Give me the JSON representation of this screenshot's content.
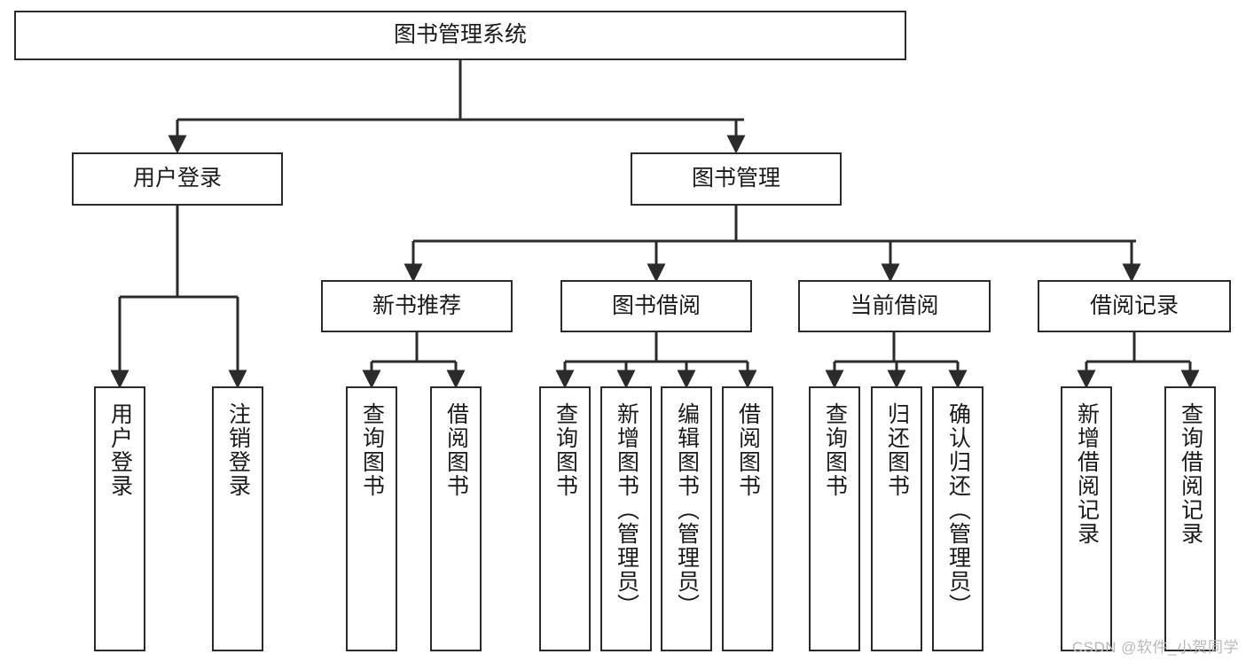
{
  "diagram": {
    "type": "tree",
    "title": "图书管理系统",
    "watermark": "CSDN @软件_小贺同学",
    "colors": {
      "background": "#ffffff",
      "stroke": "#2b2b2b",
      "box_fill": "#ffffff",
      "text": "#1a1a1a",
      "watermark": "#b9b9b9"
    },
    "nodes": {
      "root": {
        "label": "图书管理系统"
      },
      "level2": [
        {
          "id": "user-login",
          "label": "用户登录"
        },
        {
          "id": "book-manage",
          "label": "图书管理"
        }
      ],
      "level3": [
        {
          "id": "new-book-recommend",
          "label": "新书推荐"
        },
        {
          "id": "book-borrow",
          "label": "图书借阅"
        },
        {
          "id": "current-borrow",
          "label": "当前借阅"
        },
        {
          "id": "borrow-record",
          "label": "借阅记录"
        }
      ],
      "leaves": {
        "user-login": [
          {
            "id": "leaf-user-login",
            "label": "用户登录"
          },
          {
            "id": "leaf-logout",
            "label": "注销登录"
          }
        ],
        "new-book-recommend": [
          {
            "id": "leaf-query-book-1",
            "label": "查询图书"
          },
          {
            "id": "leaf-borrow-book-1",
            "label": "借阅图书"
          }
        ],
        "book-borrow": [
          {
            "id": "leaf-query-book-2",
            "label": "查询图书"
          },
          {
            "id": "leaf-add-book",
            "label": "新增图书（管理员）"
          },
          {
            "id": "leaf-edit-book",
            "label": "编辑图书（管理员）"
          },
          {
            "id": "leaf-borrow-book-2",
            "label": "借阅图书"
          }
        ],
        "current-borrow": [
          {
            "id": "leaf-query-book-3",
            "label": "查询图书"
          },
          {
            "id": "leaf-return-book",
            "label": "归还图书"
          },
          {
            "id": "leaf-confirm-return",
            "label": "确认归还（管理员）"
          }
        ],
        "borrow-record": [
          {
            "id": "leaf-add-record",
            "label": "新增借阅记录"
          },
          {
            "id": "leaf-query-record",
            "label": "查询借阅记录"
          }
        ]
      }
    }
  }
}
